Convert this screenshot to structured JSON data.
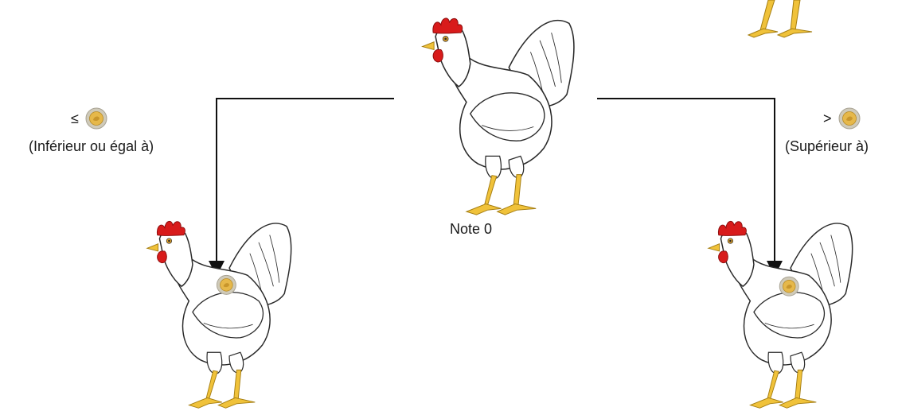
{
  "caption_center": "Note 0",
  "left_branch": {
    "symbol": "≤",
    "text": "(Inférieur ou égal à)",
    "icon": "coin-icon"
  },
  "right_branch": {
    "symbol": ">",
    "text": "(Supérieur à)",
    "icon": "coin-icon"
  },
  "colors": {
    "comb": "#d81b1b",
    "legs": "#f0c23a",
    "outline": "#2a2a2a",
    "coin_outer": "#c9c4b5",
    "coin_inner": "#e6b84a"
  }
}
